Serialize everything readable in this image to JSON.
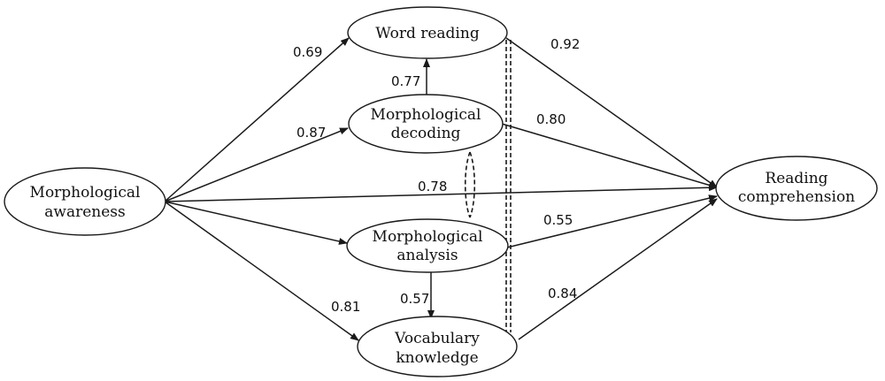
{
  "nodes": {
    "morph_awareness": {
      "line1": "Morphological",
      "line2": "awareness"
    },
    "word_reading": {
      "line1": "Word reading"
    },
    "morph_decoding": {
      "line1": "Morphological",
      "line2": "decoding"
    },
    "morph_analysis": {
      "line1": "Morphological",
      "line2": "analysis"
    },
    "vocabulary": {
      "line1": "Vocabulary",
      "line2": "knowledge"
    },
    "reading_comp": {
      "line1": "Reading",
      "line2": "comprehension"
    }
  },
  "edges": {
    "awareness_to_word_reading": "0.69",
    "awareness_to_decoding": "0.87",
    "awareness_to_comprehension": "0.78",
    "awareness_to_vocabulary": "0.81",
    "decoding_to_word_reading": "0.77",
    "analysis_to_vocabulary": "0.57",
    "word_reading_to_comprehension": "0.92",
    "decoding_to_comprehension": "0.80",
    "analysis_to_comprehension": "0.55",
    "vocabulary_to_comprehension": "0.84"
  }
}
